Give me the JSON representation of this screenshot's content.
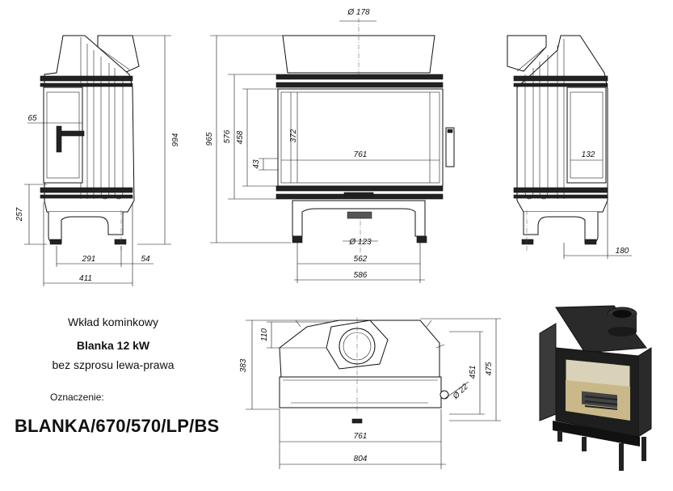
{
  "product": {
    "title": "Wkład kominkowy",
    "power": "Blanka 12 kW",
    "subtitle": "bez szprosu lewa-prawa",
    "designation_caption": "Oznaczenie:",
    "designation_code": "BLANKA/670/570/LP/BS"
  },
  "dimensions": {
    "flue_top": "Ø 178",
    "total_height": "994",
    "depth_65": "65",
    "leg_height": "257",
    "depth_291": "291",
    "depth_54": "54",
    "depth_411": "411",
    "front_height": "965",
    "height_576": "576",
    "height_458": "458",
    "height_372": "372",
    "height_43": "43",
    "width_761_front": "761",
    "air_inlet": "Ø 123",
    "width_562": "562",
    "width_586": "586",
    "side_132": "132",
    "side_180": "180",
    "top_110": "110",
    "top_383": "383",
    "top_451": "451",
    "top_475": "475",
    "pipe_22": "Ø 22",
    "width_761_top": "761",
    "width_804": "804"
  },
  "icons": {
    "render": "fireplace-render-icon"
  }
}
